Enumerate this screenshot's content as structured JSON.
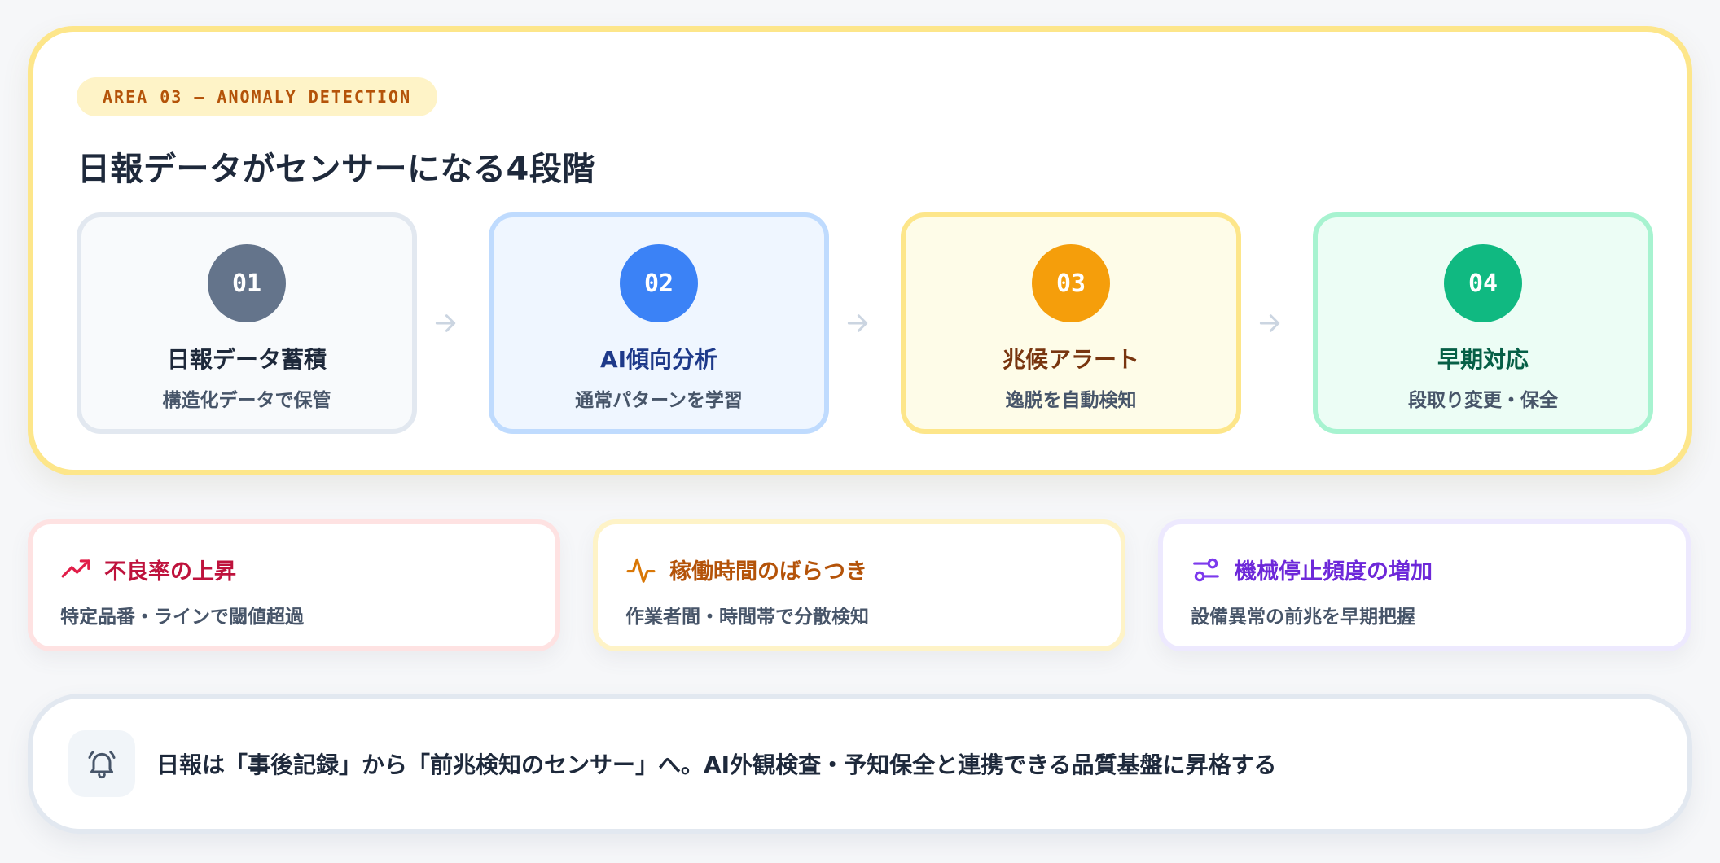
{
  "area_tag": "AREA 03 — ANOMALY DETECTION",
  "title": "日報データがセンサーになる4段階",
  "steps": [
    {
      "num": "01",
      "title": "日報データ蓄積",
      "sub": "構造化データで保管"
    },
    {
      "num": "02",
      "title": "AI傾向分析",
      "sub": "通常パターンを学習"
    },
    {
      "num": "03",
      "title": "兆候アラート",
      "sub": "逸脱を自動検知"
    },
    {
      "num": "04",
      "title": "早期対応",
      "sub": "段取り変更・保全"
    }
  ],
  "signals": [
    {
      "icon": "trending-up-icon",
      "title": "不良率の上昇",
      "sub": "特定品番・ラインで閾値超過"
    },
    {
      "icon": "activity-pulse-icon",
      "title": "稼働時間のばらつき",
      "sub": "作業者間・時間帯で分散検知"
    },
    {
      "icon": "sliders-icon",
      "title": "機械停止頻度の増加",
      "sub": "設備異常の前兆を早期把握"
    }
  ],
  "banner": {
    "icon": "bell-icon",
    "text": "日報は「事後記録」から「前兆検知のセンサー」へ。AI外観検査・予知保全と連携できる品質基盤に昇格する"
  },
  "colors": {
    "panel_border": "#fde68a",
    "step_1": "#64748b",
    "step_2": "#3b82f6",
    "step_3": "#f59e0b",
    "step_4": "#10b981",
    "signal_1": "#e11d48",
    "signal_2": "#d97706",
    "signal_3": "#7c3aed"
  }
}
